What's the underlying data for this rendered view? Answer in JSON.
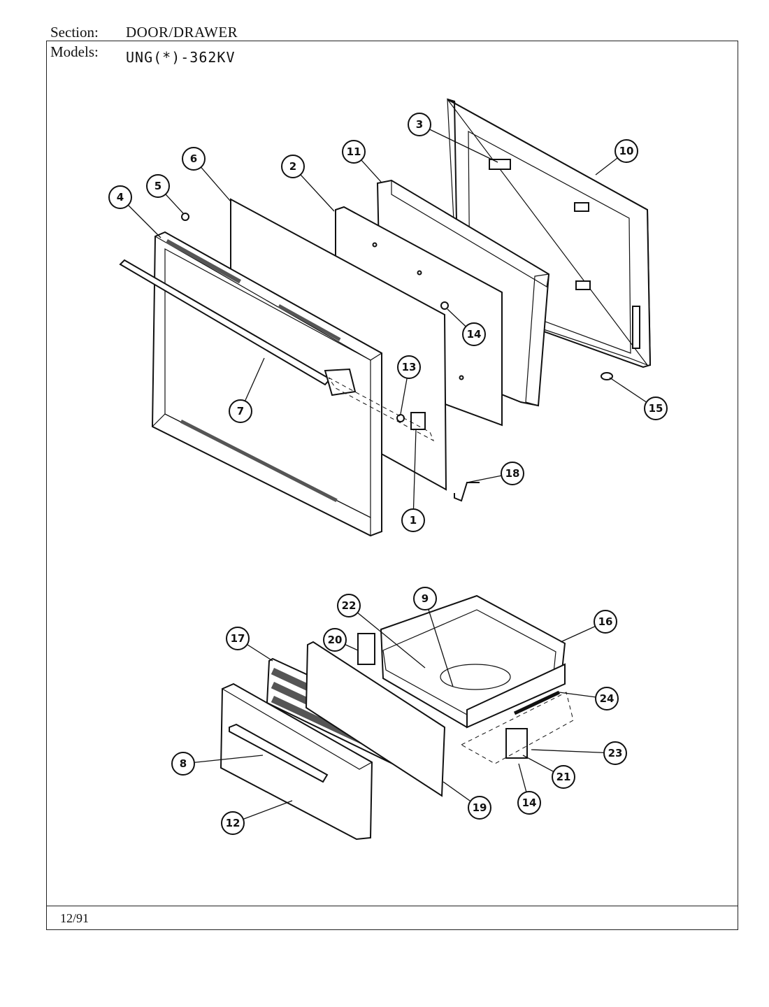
{
  "header": {
    "section_label": "Section:",
    "section_value": "DOOR/DRAWER",
    "models_label": "Models:",
    "models_value": "UNG(*)-362KV"
  },
  "footer": {
    "date": "12/91"
  },
  "callouts": [
    {
      "number": "1"
    },
    {
      "number": "2"
    },
    {
      "number": "3"
    },
    {
      "number": "4"
    },
    {
      "number": "5"
    },
    {
      "number": "6"
    },
    {
      "number": "7"
    },
    {
      "number": "8"
    },
    {
      "number": "9"
    },
    {
      "number": "10"
    },
    {
      "number": "11"
    },
    {
      "number": "12"
    },
    {
      "number": "13"
    },
    {
      "number": "14"
    },
    {
      "number": "15"
    },
    {
      "number": "16"
    },
    {
      "number": "17"
    },
    {
      "number": "18"
    },
    {
      "number": "19"
    },
    {
      "number": "20"
    },
    {
      "number": "21"
    },
    {
      "number": "22"
    },
    {
      "number": "23"
    },
    {
      "number": "24"
    },
    {
      "number": "14"
    }
  ]
}
